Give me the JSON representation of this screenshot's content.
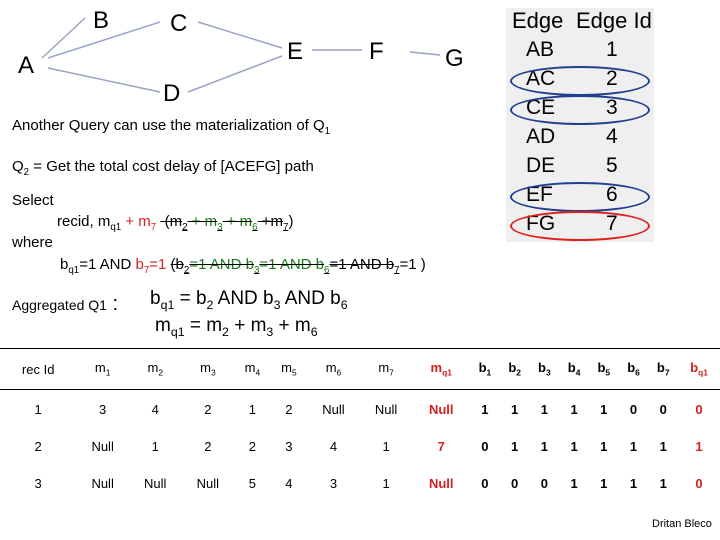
{
  "graph": {
    "nodes": [
      "A",
      "B",
      "C",
      "D",
      "E",
      "F",
      "G"
    ]
  },
  "edge_table": {
    "header_edge": "Edge",
    "header_id": "Edge Id",
    "rows": [
      {
        "edge": "AB",
        "id": "1"
      },
      {
        "edge": "AC",
        "id": "2"
      },
      {
        "edge": "CE",
        "id": "3"
      },
      {
        "edge": "AD",
        "id": "4"
      },
      {
        "edge": "DE",
        "id": "5"
      },
      {
        "edge": "EF",
        "id": "6"
      },
      {
        "edge": "FG",
        "id": "7"
      }
    ],
    "ring_colors": {
      "AC": "#1f3f8f",
      "CE": "#1f3f8f",
      "EF": "#1f3f8f",
      "FG": "#e02020"
    }
  },
  "text": {
    "another_query": "Another Query can use the materialization of Q",
    "another_query_sub": "1",
    "q2_prefix": "Q",
    "q2_sub": "2",
    "q2_rest": " = Get the total cost delay of  [ACEFG] path",
    "select": "Select",
    "recid_line": "recid, m",
    "recid_sub": "q1",
    "plus_m7": " + m",
    "m7_sub": "7",
    "paren_expr": "(m",
    "paren_s2": "2",
    "paren_plus3": "  + m",
    "paren_s3": "3",
    "paren_plus6": "  + m",
    "paren_s6": "6",
    "paren_plus7": " +m",
    "paren_s7": "7",
    "paren_close": ")",
    "where": "where",
    "where_b": "b",
    "where_bsub": "q1",
    "where_eq": "=1 AND ",
    "where_b7": "b",
    "where_b7sub": "7",
    "where_b7eq": "=1",
    "where_paren": "  (b",
    "w_s2": "2",
    "w_eq2": "=1 AND  b",
    "w_s3": "3",
    "w_eq3": "=1 AND b",
    "w_s6": "6",
    "w_eq6": "=1 AND b",
    "w_s7": "7",
    "w_eq7": "=1 )",
    "agg_label": "Aggregated Q1",
    "agg_colon": " :",
    "agg_line1_a": "b",
    "agg_line1_sub": "q1",
    "agg_line1_b": " = b",
    "agg_line1_s2": "2",
    "agg_line1_c": " AND  b",
    "agg_line1_s3": "3",
    "agg_line1_d": " AND b",
    "agg_line1_s6": "6",
    "agg_line2_a": "m",
    "agg_line2_sub": "q1",
    "agg_line2_b": " = m",
    "agg_line2_s2": "2",
    "agg_line2_c": "  + m",
    "agg_line2_s3": "3",
    "agg_line2_d": "  +  m",
    "agg_line2_s6": "6"
  },
  "table": {
    "headers": [
      {
        "base": "rec Id",
        "sub": ""
      },
      {
        "base": "m",
        "sub": "1"
      },
      {
        "base": "m",
        "sub": "2"
      },
      {
        "base": "m",
        "sub": "3"
      },
      {
        "base": "m",
        "sub": "4"
      },
      {
        "base": "m",
        "sub": "5"
      },
      {
        "base": "m",
        "sub": "6"
      },
      {
        "base": "m",
        "sub": "7"
      },
      {
        "base": "m",
        "sub": "q1"
      },
      {
        "base": "b",
        "sub": "1"
      },
      {
        "base": "b",
        "sub": "2"
      },
      {
        "base": "b",
        "sub": "3"
      },
      {
        "base": "b",
        "sub": "4"
      },
      {
        "base": "b",
        "sub": "5"
      },
      {
        "base": "b",
        "sub": "6"
      },
      {
        "base": "b",
        "sub": "7"
      },
      {
        "base": "b",
        "sub": "q1"
      }
    ],
    "rows": [
      [
        "1",
        "3",
        "4",
        "2",
        "1",
        "2",
        "Null",
        "Null",
        "Null",
        "1",
        "1",
        "1",
        "1",
        "1",
        "0",
        "0",
        "0"
      ],
      [
        "2",
        "Null",
        "1",
        "2",
        "2",
        "3",
        "4",
        "1",
        "7",
        "0",
        "1",
        "1",
        "1",
        "1",
        "1",
        "1",
        "1"
      ],
      [
        "3",
        "Null",
        "Null",
        "Null",
        "5",
        "4",
        "3",
        "1",
        "Null",
        "0",
        "0",
        "0",
        "1",
        "1",
        "1",
        "1",
        "0"
      ]
    ],
    "red_columns": [
      8,
      16
    ],
    "bold_from_column": 9
  },
  "credit": "Dritan Bleco",
  "colors": {
    "red": "#d42020",
    "edge_line": "#9aa4c4",
    "panel_bg": "#efefef",
    "ring_blue": "#1f3f8f",
    "ring_red": "#e02020"
  }
}
